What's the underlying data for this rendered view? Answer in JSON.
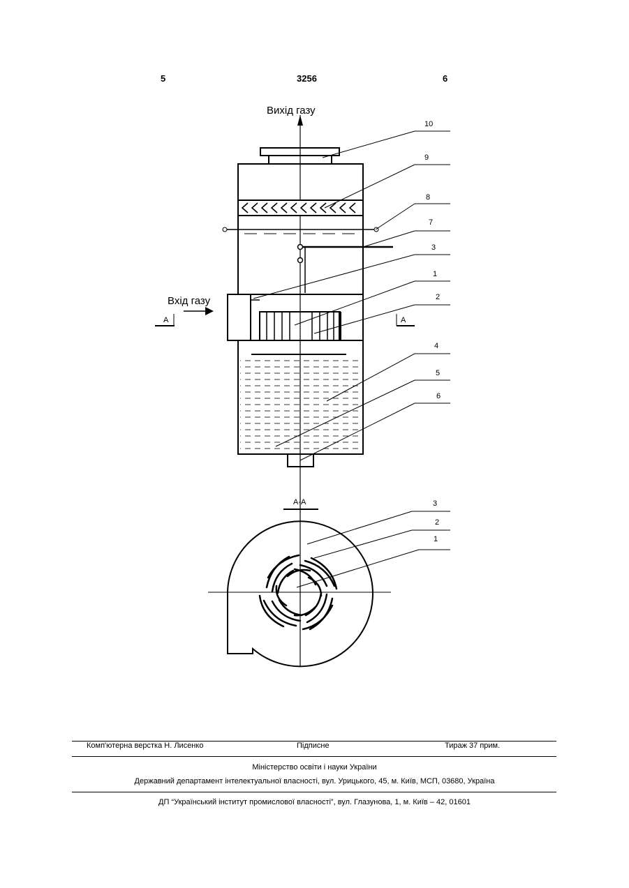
{
  "header": {
    "page_left": "5",
    "patent_number": "3256",
    "page_right": "6"
  },
  "drawing": {
    "gas_out_label": "Вихід газу",
    "gas_in_label": "Вхід газу",
    "section_marker": "А",
    "section_label": "А-А",
    "callouts_top": [
      "10",
      "9",
      "8",
      "7",
      "3",
      "1",
      "2",
      "4",
      "5",
      "6"
    ],
    "callouts_bottom": [
      "3",
      "2",
      "1"
    ]
  },
  "footer": {
    "typesetting": "Комп'ютерна верстка Н. Лисенко",
    "signed": "Підписне",
    "circulation": "Тираж 37 прим.",
    "ministry": "Міністерство освіти і науки України",
    "department": "Державний департамент інтелектуальної власності, вул. Урицького, 45, м. Київ, МСП, 03680, Україна",
    "institute": "ДП “Український інститут промислової власності”, вул. Глазунова, 1, м. Київ – 42, 01601"
  }
}
